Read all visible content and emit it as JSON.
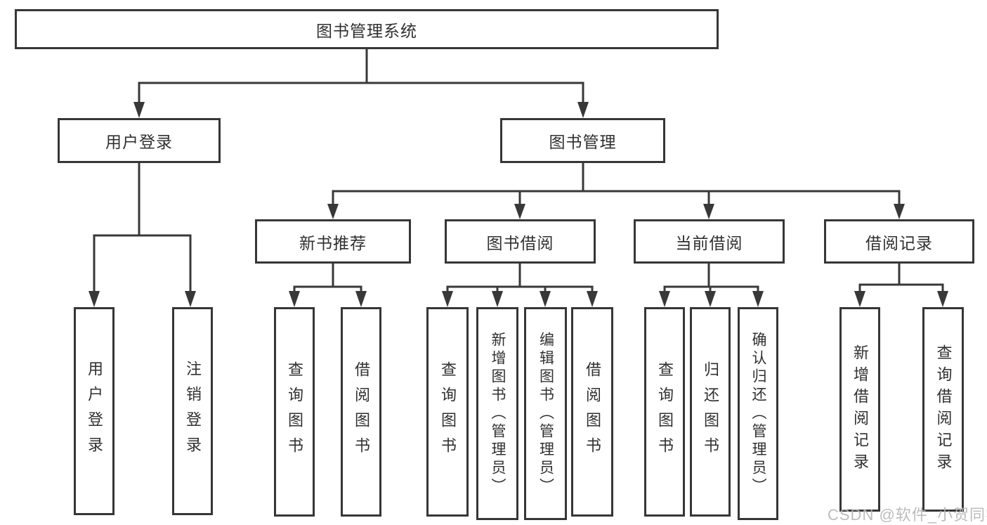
{
  "tree": {
    "root": "图书管理系统",
    "branches": [
      {
        "label": "用户登录",
        "children": [
          "用户登录",
          "注销登录"
        ]
      },
      {
        "label": "图书管理",
        "groups": [
          {
            "label": "新书推荐",
            "children": [
              "查询图书",
              "借阅图书"
            ]
          },
          {
            "label": "图书借阅",
            "children": [
              "查询图书",
              "新增图书（管理员）",
              "编辑图书（管理员）",
              "借阅图书"
            ]
          },
          {
            "label": "当前借阅",
            "children": [
              "查询图书",
              "归还图书",
              "确认归还（管理员）"
            ]
          },
          {
            "label": "借阅记录",
            "children": [
              "新增借阅记录",
              "查询借阅记录"
            ]
          }
        ]
      }
    ]
  },
  "watermark": "CSDN @软件_小贺同学",
  "colors": {
    "line": "#383838",
    "border": "#363636",
    "text": "#303030",
    "background": "#ffffff",
    "watermark_text": "#b5b5b5"
  }
}
